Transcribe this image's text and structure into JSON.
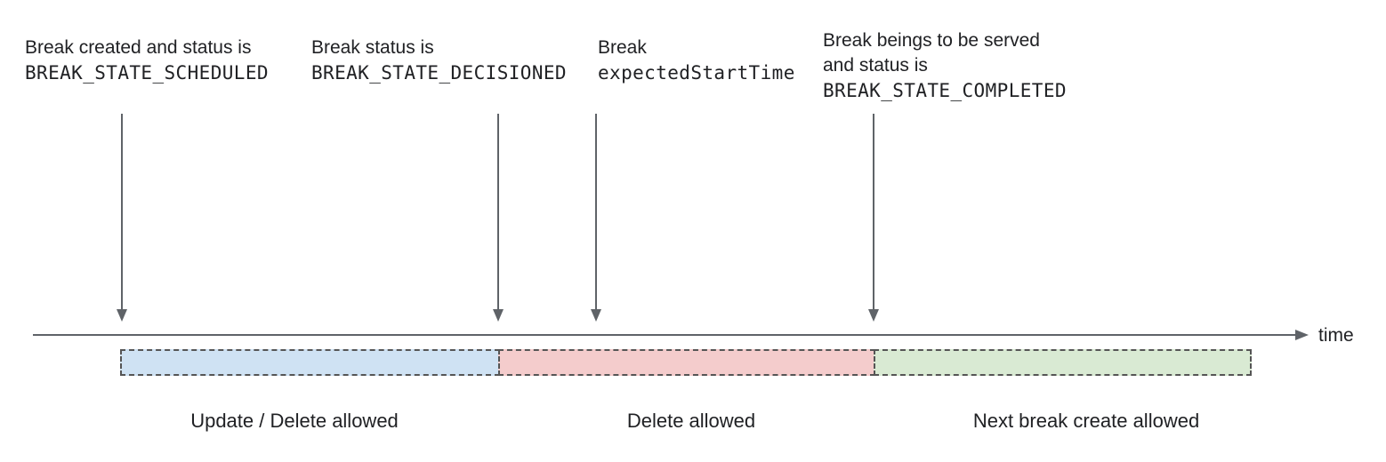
{
  "diagram": {
    "title_semantics": "break-lifecycle-timeline",
    "annotations": [
      {
        "line1": "Break created and status is",
        "code": "BREAK_STATE_SCHEDULED"
      },
      {
        "line1": "Break status is",
        "code": "BREAK_STATE_DECISIONED"
      },
      {
        "line1": "Break",
        "code": "expectedStartTime"
      },
      {
        "line1": "Break beings to be served",
        "line2": "and status is",
        "code": "BREAK_STATE_COMPLETED"
      }
    ],
    "axis": {
      "label": "time",
      "line_color": "#5f6368"
    },
    "segments": [
      {
        "label": "Update / Delete allowed",
        "color": "#cfe2f3"
      },
      {
        "label": "Delete allowed",
        "color": "#f4cccc"
      },
      {
        "label": "Next break create allowed",
        "color": "#d9ead3"
      }
    ],
    "border_color": "#555555",
    "text_color": "#202124"
  }
}
